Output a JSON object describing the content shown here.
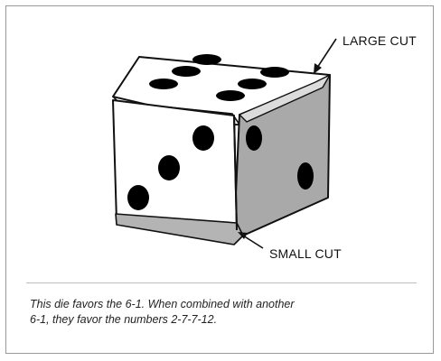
{
  "labels": {
    "large_cut": "LARGE CUT",
    "small_cut": "SMALL CUT"
  },
  "caption": {
    "line1": "This die favors the 6-1.  When combined with another",
    "line2": "6-1, they favor the numbers 2-7-7-12."
  },
  "die": {
    "top_face_pips": 6,
    "front_face_pips": 3,
    "side_face_pips": 2,
    "colors": {
      "face_white": "#ffffff",
      "side_gray": "#a9a9a9",
      "bottom_band_gray": "#b4b4b4",
      "pip_black": "#000000",
      "outline": "#111111"
    }
  }
}
